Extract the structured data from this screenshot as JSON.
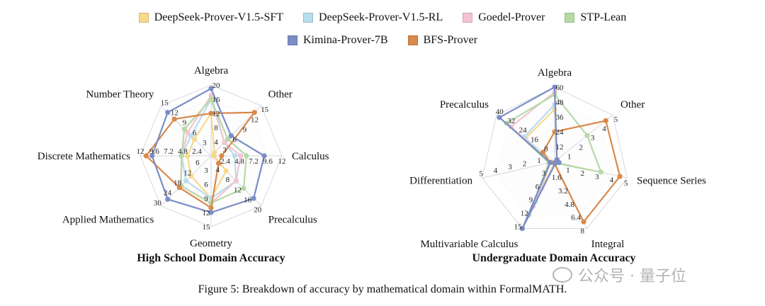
{
  "legend": [
    {
      "name": "DeepSeek-Prover-V1.5-SFT",
      "color": "#f7d98b"
    },
    {
      "name": "DeepSeek-Prover-V1.5-RL",
      "color": "#b9dcef"
    },
    {
      "name": "Goedel-Prover",
      "color": "#f2c4d4"
    },
    {
      "name": "STP-Lean",
      "color": "#b7d9a6"
    },
    {
      "name": "Kimina-Prover-7B",
      "color": "#7b8dc6"
    },
    {
      "name": "BFS-Prover",
      "color": "#d9894a"
    }
  ],
  "chart_data": [
    {
      "type": "radar",
      "title": "High School Domain Accuracy",
      "axes": [
        {
          "label": "Algebra",
          "max": 20,
          "ticks": [
            "4",
            "8",
            "12",
            "16",
            "20"
          ]
        },
        {
          "label": "Other",
          "max": 15,
          "ticks": [
            "3",
            "6",
            "9",
            "12",
            "15"
          ]
        },
        {
          "label": "Calculus",
          "max": 12,
          "ticks": [
            "2.4",
            "4.8",
            "7.2",
            "9.6",
            "12"
          ]
        },
        {
          "label": "Precalculus",
          "max": 20,
          "ticks": [
            "4",
            "8",
            "12",
            "16",
            "20"
          ]
        },
        {
          "label": "Geometry",
          "max": 15,
          "ticks": [
            "3",
            "6",
            "9",
            "12",
            "15"
          ]
        },
        {
          "label": "Applied Mathematics",
          "max": 30,
          "ticks": [
            "6",
            "12",
            "18",
            "24",
            "30"
          ]
        },
        {
          "label": "Discrete Mathematics",
          "max": 12,
          "ticks": [
            "2.4",
            "4.8",
            "7.2",
            "9.6",
            "12"
          ]
        },
        {
          "label": "Number Theory",
          "max": 15,
          "ticks": [
            "3",
            "6",
            "9",
            "12",
            "15"
          ]
        }
      ],
      "series": [
        {
          "name": "DeepSeek-Prover-V1.5-SFT",
          "values": [
            12,
            1,
            0.5,
            6,
            9,
            12,
            4,
            5
          ]
        },
        {
          "name": "DeepSeek-Prover-V1.5-RL",
          "values": [
            16,
            4,
            4,
            10,
            9,
            15,
            5,
            6
          ]
        },
        {
          "name": "Goedel-Prover",
          "values": [
            17,
            4,
            5,
            10,
            10,
            18,
            5,
            7
          ]
        },
        {
          "name": "STP-Lean",
          "values": [
            16,
            5,
            6,
            13,
            10,
            18,
            5,
            8
          ]
        },
        {
          "name": "Kimina-Prover-7B",
          "values": [
            19,
            6,
            9,
            17,
            12,
            26,
            10,
            13
          ]
        },
        {
          "name": "BFS-Prover",
          "values": [
            12,
            13,
            1.8,
            3,
            11,
            19,
            11,
            11
          ]
        }
      ]
    },
    {
      "type": "radar",
      "title": "Undergraduate Domain Accuracy",
      "axes": [
        {
          "label": "Algebra",
          "max": 60,
          "ticks": [
            "12",
            "24",
            "36",
            "48",
            "60"
          ]
        },
        {
          "label": "Other",
          "max": 5,
          "ticks": [
            "1",
            "2",
            "3",
            "4",
            "5"
          ]
        },
        {
          "label": "Sequence Series",
          "max": 5,
          "ticks": [
            "1",
            "2",
            "3",
            "4",
            "5"
          ]
        },
        {
          "label": "Integral",
          "max": 8,
          "ticks": [
            "1.6",
            "3.2",
            "4.8",
            "6.4",
            "8"
          ]
        },
        {
          "label": "Multivariable Calculus",
          "max": 15,
          "ticks": [
            "3",
            "6",
            "9",
            "12",
            "15"
          ]
        },
        {
          "label": "Differentiation",
          "max": 5,
          "ticks": [
            "1",
            "2",
            "3",
            "4",
            "5"
          ]
        },
        {
          "label": "Precalculus",
          "max": 40,
          "ticks": [
            "8",
            "16",
            "24",
            "32",
            "40"
          ]
        }
      ],
      "series": [
        {
          "name": "DeepSeek-Prover-V1.5-SFT",
          "values": [
            42,
            0.2,
            0.3,
            0.2,
            6,
            0.3,
            20
          ]
        },
        {
          "name": "DeepSeek-Prover-V1.5-RL",
          "values": [
            46,
            0.2,
            0.3,
            0.2,
            9,
            0.3,
            21
          ]
        },
        {
          "name": "Goedel-Prover",
          "values": [
            56,
            0.2,
            0.3,
            0.2,
            10,
            0.3,
            30
          ]
        },
        {
          "name": "STP-Lean",
          "values": [
            54,
            2.8,
            3.2,
            0.2,
            12,
            0.4,
            33
          ]
        },
        {
          "name": "Kimina-Prover-7B",
          "values": [
            60,
            0.2,
            0.3,
            0.2,
            15,
            0.3,
            38
          ]
        },
        {
          "name": "BFS-Prover",
          "values": [
            24,
            4.4,
            4.5,
            7.2,
            0.3,
            0.3,
            8
          ]
        }
      ]
    }
  ],
  "caption": "Figure 5: Breakdown of accuracy by mathematical domain within FormalMATH.",
  "watermark": "公众号 · 量子位"
}
